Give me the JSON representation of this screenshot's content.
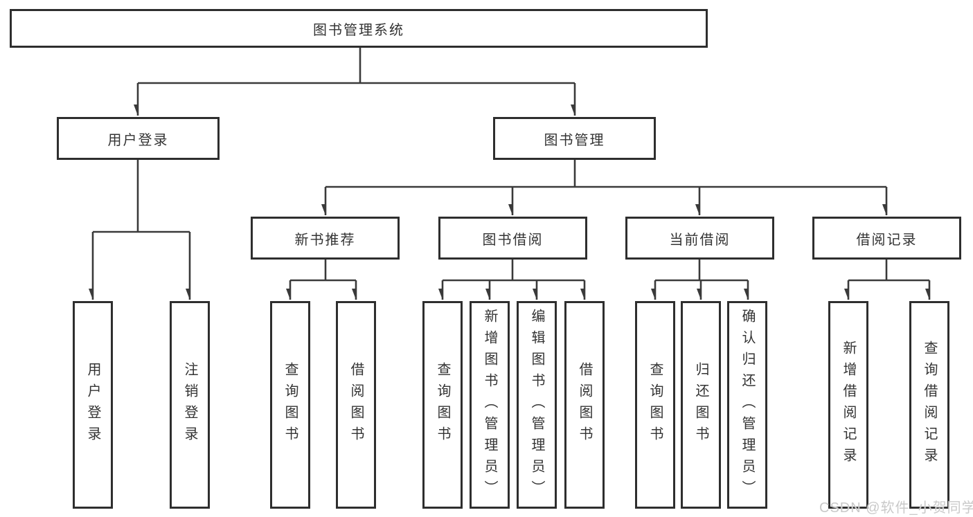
{
  "root": {
    "label": "图书管理系统"
  },
  "branches": [
    {
      "label": "用户登录"
    },
    {
      "label": "图书管理"
    }
  ],
  "groups": [
    {
      "label": "新书推荐"
    },
    {
      "label": "图书借阅"
    },
    {
      "label": "当前借阅"
    },
    {
      "label": "借阅记录"
    }
  ],
  "leaves": [
    {
      "label": "用户登录"
    },
    {
      "label": "注销登录"
    },
    {
      "label": "查询图书"
    },
    {
      "label": "借阅图书"
    },
    {
      "label": "查询图书"
    },
    {
      "label": "新增图书（管理员）"
    },
    {
      "label": "编辑图书（管理员）"
    },
    {
      "label": "借阅图书"
    },
    {
      "label": "查询图书"
    },
    {
      "label": "归还图书"
    },
    {
      "label": "确认归还（管理员）"
    },
    {
      "label": "新增借阅记录"
    },
    {
      "label": "查询借阅记录"
    }
  ],
  "watermark": {
    "text": "CSDN @软件_小贺同学"
  },
  "colors": {
    "line": "#3a3a3a",
    "border": "#2e2e2e",
    "text": "#333333",
    "watermark": "#c9c9c9",
    "background": "#ffffff"
  }
}
